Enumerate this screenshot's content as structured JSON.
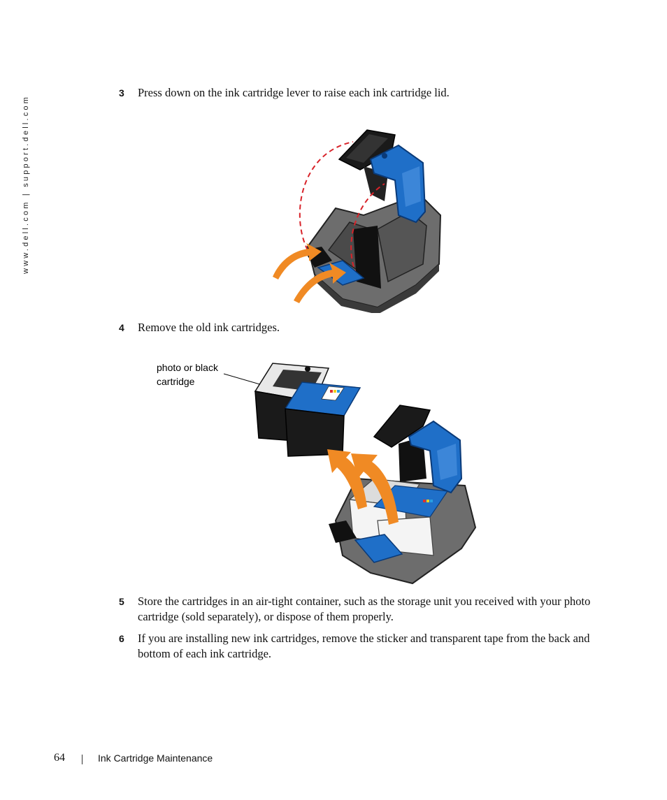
{
  "sidebar": {
    "url": "www.dell.com | support.dell.com"
  },
  "steps": [
    {
      "num": "3",
      "text": "Press down on the ink cartridge lever to raise each ink cartridge lid."
    },
    {
      "num": "4",
      "text": "Remove the old ink cartridges."
    },
    {
      "num": "5",
      "text": "Store the cartridges in an air-tight container, such as the storage unit you received with your photo cartridge (sold separately), or dispose of them properly."
    },
    {
      "num": "6",
      "text": "If you are installing new ink cartridges, remove the sticker and transparent tape from the back and bottom of each ink cartridge."
    }
  ],
  "figure2": {
    "callout_line1": "photo or black",
    "callout_line2": "cartridge"
  },
  "footer": {
    "page_number": "64",
    "chapter": "Ink Cartridge Maintenance"
  },
  "colors": {
    "cartridge_blue": "#1f6fc8",
    "arrow_orange": "#f08a24",
    "carriage_gray": "#6d6d6d",
    "dash_red": "#d8232a"
  }
}
